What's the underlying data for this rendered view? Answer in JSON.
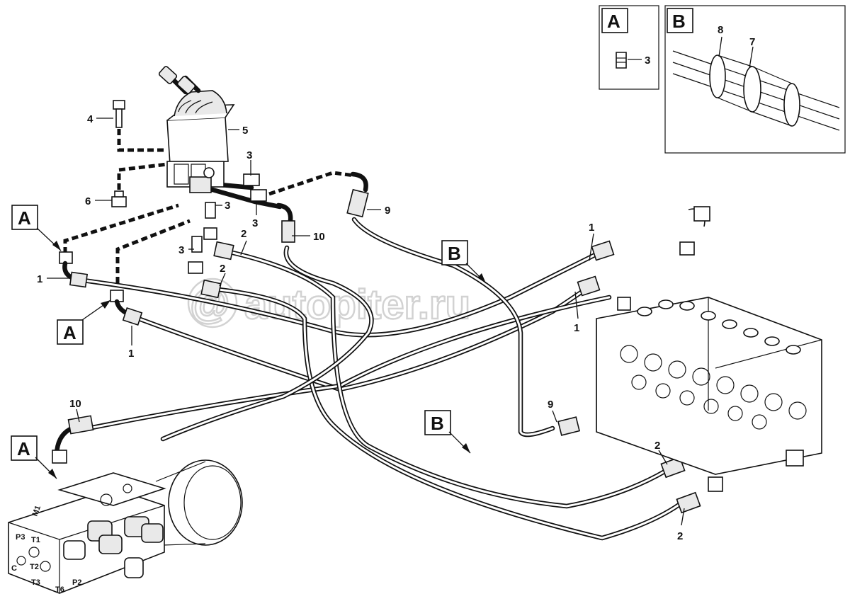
{
  "watermark": "autopiter.ru",
  "callouts": {
    "c1": "1",
    "c1b": "1",
    "c1c": "1",
    "c1d": "1",
    "c2": "2",
    "c2b": "2",
    "c2c": "2",
    "c2d": "2",
    "c3": "3",
    "c3b": "3",
    "c3c": "3",
    "c3d": "3",
    "c3e": "3",
    "c4": "4",
    "c5": "5",
    "c6": "6",
    "c7": "7",
    "c8": "8",
    "c9": "9",
    "c9b": "9",
    "c10": "10",
    "c10b": "10"
  },
  "view_labels": {
    "a1": "A",
    "a2": "A",
    "a3": "A",
    "a4": "A",
    "b1": "B",
    "b2": "B",
    "b3": "B"
  },
  "port_labels": [
    "M1",
    "P3",
    "T1",
    "T2",
    "T3",
    "T6",
    "P2",
    "C"
  ]
}
